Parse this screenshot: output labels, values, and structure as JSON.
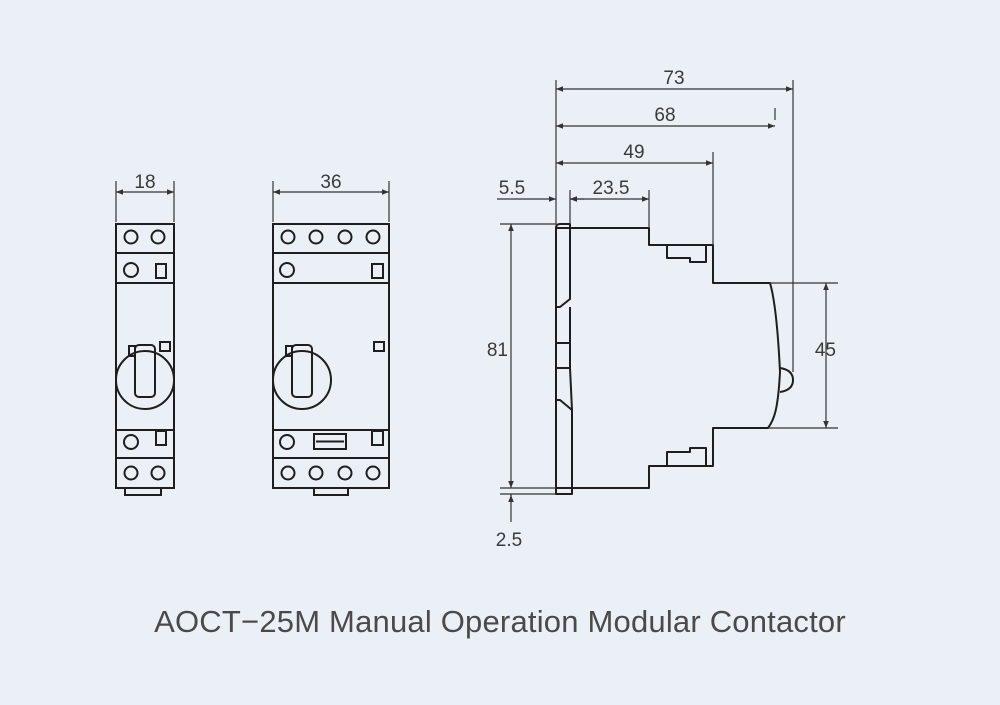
{
  "colors": {
    "background": "#eaf0f5",
    "line": "#1e1e1e",
    "dim_line": "#333333",
    "text": "#3a3a3a"
  },
  "front_narrow": {
    "width_label": "18"
  },
  "front_wide": {
    "width_label": "36"
  },
  "side_view": {
    "depth_total_label": "73",
    "depth_body_label": "68",
    "depth_step_label": "49",
    "top_offset_label": "5.5",
    "top_step_label": "23.5",
    "height_label": "81",
    "rail_height_label": "45",
    "bottom_offset_label": "2.5"
  },
  "caption": "AOCT−25M  Manual Operation Modular Contactor"
}
